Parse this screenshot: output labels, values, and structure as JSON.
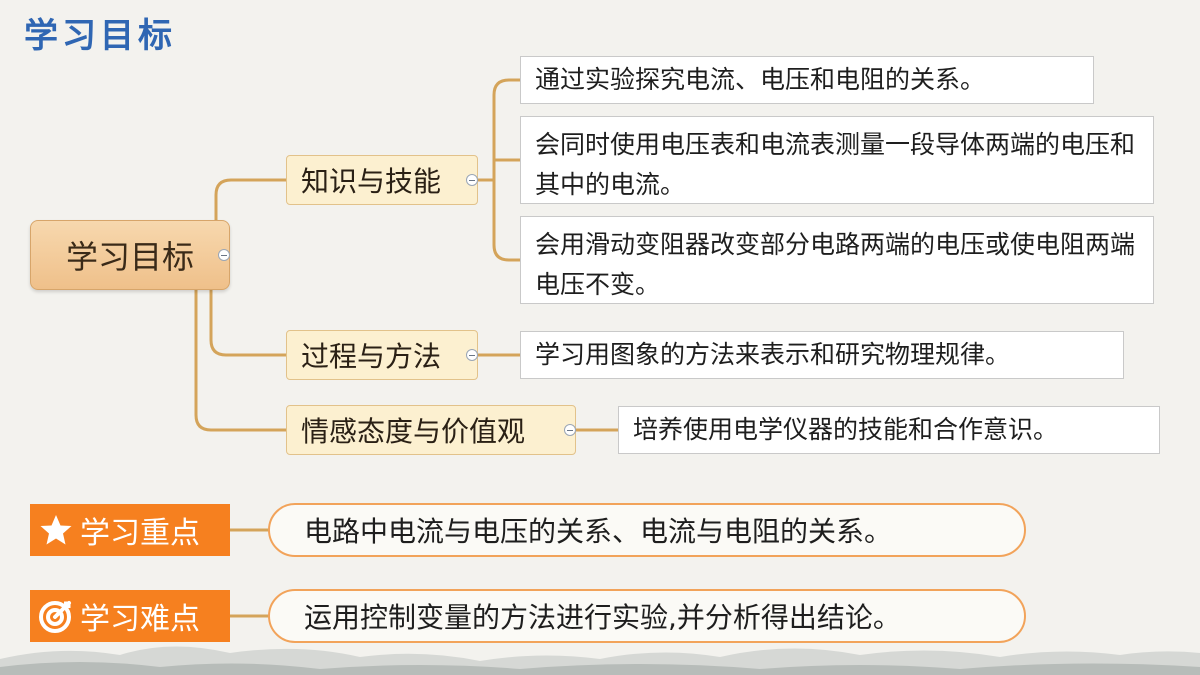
{
  "title": "学习目标",
  "mindmap": {
    "root": "学习目标",
    "categories": [
      {
        "label": "知识与技能",
        "items": [
          "通过实验探究电流、电压和电阻的关系。",
          "会同时使用电压表和电流表测量一段导体两端的电压和其中的电流。",
          "会用滑动变阻器改变部分电路两端的电压或使电阻两端电压不变。"
        ]
      },
      {
        "label": "过程与方法",
        "items": [
          "学习用图象的方法来表示和研究物理规律。"
        ]
      },
      {
        "label": "情感态度与价值观",
        "items": [
          "培养使用电学仪器的技能和合作意识。"
        ]
      }
    ]
  },
  "key_point": {
    "label": "学习重点",
    "icon": "star-icon",
    "text": "电路中电流与电压的关系、电流与电阻的关系。"
  },
  "difficulty": {
    "label": "学习难点",
    "icon": "target-icon",
    "text": "运用控制变量的方法进行实验,并分析得出结论。"
  },
  "colors": {
    "title": "#2f66b3",
    "accent": "#f6801f",
    "connector": "#d4a45a"
  }
}
